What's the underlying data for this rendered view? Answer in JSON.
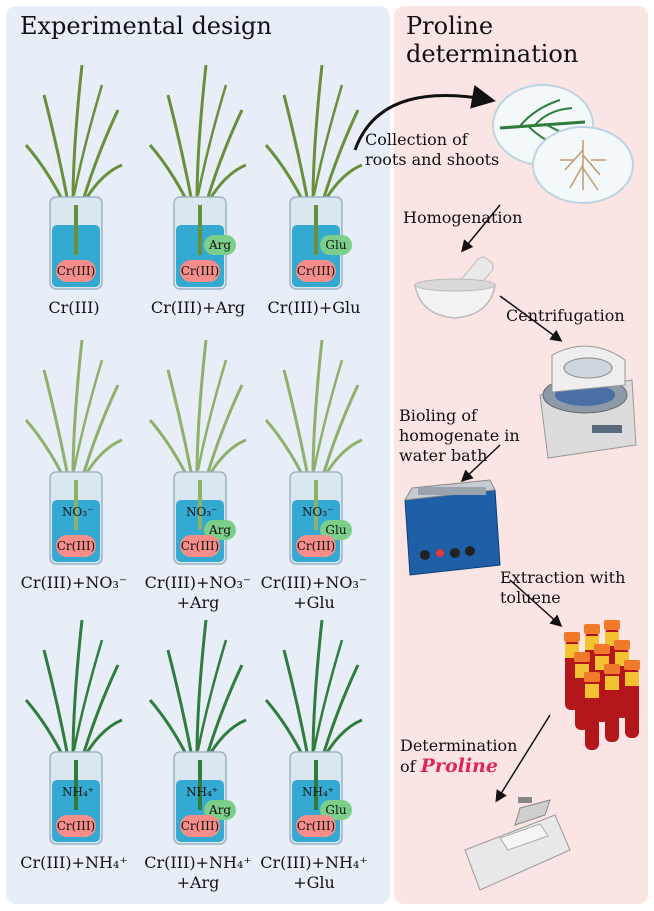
{
  "left_title": "Experimental design",
  "right_title_line1": "Proline",
  "right_title_line2": "determination",
  "cr_label": "Cr(III)",
  "grid": [
    [
      {
        "ion": "",
        "aa": "",
        "label1": "Cr(III)",
        "label2": "",
        "leaf": "#6a8f3a"
      },
      {
        "ion": "",
        "aa": "Arg",
        "label1": "Cr(III)+Arg",
        "label2": "",
        "leaf": "#6a8f3a"
      },
      {
        "ion": "",
        "aa": "Glu",
        "label1": "Cr(III)+Glu",
        "label2": "",
        "leaf": "#6a8f3a"
      }
    ],
    [
      {
        "ion": "NO₃⁻",
        "aa": "",
        "label1": "Cr(III)+NO₃⁻",
        "label2": "",
        "leaf": "#8fb06a"
      },
      {
        "ion": "NO₃⁻",
        "aa": "Arg",
        "label1": "Cr(III)+NO₃⁻",
        "label2": "+Arg",
        "leaf": "#8fb06a"
      },
      {
        "ion": "NO₃⁻",
        "aa": "Glu",
        "label1": "Cr(III)+NO₃⁻",
        "label2": "+Glu",
        "leaf": "#8fb06a"
      }
    ],
    [
      {
        "ion": "NH₄⁺",
        "aa": "",
        "label1": "Cr(III)+NH₄⁺",
        "label2": "",
        "leaf": "#2f7d3c"
      },
      {
        "ion": "NH₄⁺",
        "aa": "Arg",
        "label1": "Cr(III)+NH₄⁺",
        "label2": "+Arg",
        "leaf": "#2f7d3c"
      },
      {
        "ion": "NH₄⁺",
        "aa": "Glu",
        "label1": "Cr(III)+NH₄⁺",
        "label2": "+Glu",
        "leaf": "#2f7d3c"
      }
    ]
  ],
  "steps": {
    "collection_1": "Collection of",
    "collection_2": "roots and shoots",
    "homogenation": "Homogenation",
    "centrifugation": "Centrifugation",
    "boiling_1": "Bioling of",
    "boiling_2": "homogenate in",
    "boiling_3": "water bath",
    "extraction_1": "Extraction with",
    "extraction_2": "toluene",
    "determination_1": "Determination",
    "determination_2": "of ",
    "determination_proline": "Proline"
  },
  "colors": {
    "left_panel": "#e7eef7",
    "right_panel": "#fbe4e4",
    "water": "#34a9d1",
    "cr_blob": "#f58d8a",
    "amino_acid_blob": "#7bcf8a",
    "proline_text": "#e0245e"
  }
}
